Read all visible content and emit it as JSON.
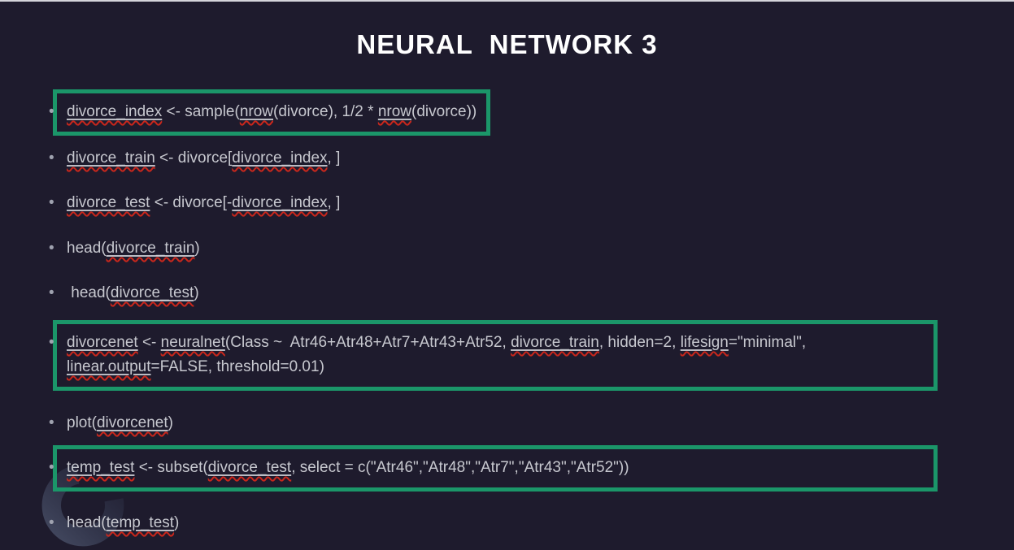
{
  "title": "NEURAL  NETWORK 3",
  "bullet_glyph": "•",
  "colors": {
    "background": "#1e1b2d",
    "accent_green": "#1b9669",
    "body_text": "#c7c8cf",
    "underline": "#b9bac2",
    "squiggle_red": "#c9271c",
    "title_text": "#ffffff"
  },
  "bullets": [
    {
      "boxed": true,
      "segments": [
        {
          "t": "divorce_index",
          "m": true
        },
        {
          "t": " <- sample("
        },
        {
          "t": "nrow",
          "m": true
        },
        {
          "t": "(divorce), 1/2 * "
        },
        {
          "t": "nrow",
          "m": true
        },
        {
          "t": "(divorce))"
        }
      ]
    },
    {
      "boxed": false,
      "segments": [
        {
          "t": "divorce_train",
          "m": true
        },
        {
          "t": " <- divorce["
        },
        {
          "t": "divorce_index",
          "m": true
        },
        {
          "t": ", ]"
        }
      ]
    },
    {
      "boxed": false,
      "segments": [
        {
          "t": "divorce_test",
          "m": true
        },
        {
          "t": " <- divorce[-"
        },
        {
          "t": "divorce_index",
          "m": true
        },
        {
          "t": ", ]"
        }
      ]
    },
    {
      "boxed": false,
      "segments": [
        {
          "t": "head("
        },
        {
          "t": "divorce_train",
          "m": true
        },
        {
          "t": ")"
        }
      ]
    },
    {
      "boxed": false,
      "segments": [
        {
          "t": " head("
        },
        {
          "t": "divorce_test",
          "m": true
        },
        {
          "t": ")"
        }
      ]
    },
    {
      "boxed": true,
      "segments": [
        {
          "t": "divorcenet",
          "m": true
        },
        {
          "t": " <- "
        },
        {
          "t": "neuralnet",
          "m": true
        },
        {
          "t": "(Class ~  Atr46+Atr48+Atr7+Atr43+Atr52, "
        },
        {
          "t": "divorce_train",
          "m": true
        },
        {
          "t": ", hidden=2, "
        },
        {
          "t": "lifesign",
          "m": true
        },
        {
          "t": "=\"minimal\","
        },
        {
          "br": true
        },
        {
          "t": "linear.output",
          "m": true
        },
        {
          "t": "=FALSE, threshold=0.01)"
        }
      ]
    },
    {
      "boxed": false,
      "segments": [
        {
          "t": "plot("
        },
        {
          "t": "divorcenet",
          "m": true
        },
        {
          "t": ")"
        }
      ]
    },
    {
      "boxed": true,
      "segments": [
        {
          "t": "temp_test",
          "m": true
        },
        {
          "t": " <- subset("
        },
        {
          "t": "divorce_test",
          "m": true
        },
        {
          "t": ", select = c(\"Atr46\",\"Atr48\",\"Atr7\",\"Atr43\",\"Atr52\"))"
        }
      ]
    },
    {
      "boxed": false,
      "segments": [
        {
          "t": "head("
        },
        {
          "t": "temp_test",
          "m": true
        },
        {
          "t": ")"
        }
      ]
    }
  ]
}
